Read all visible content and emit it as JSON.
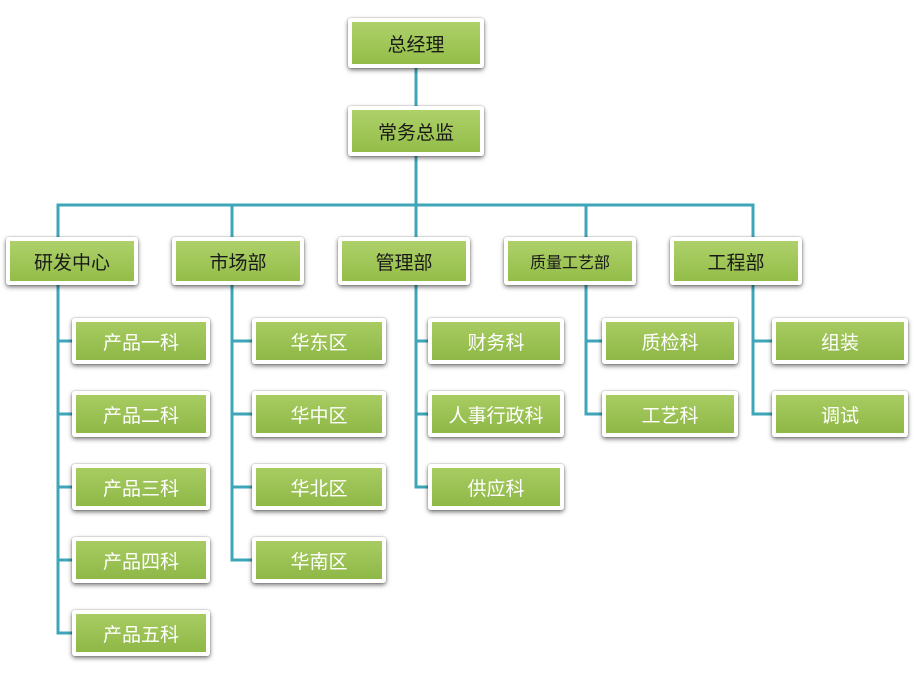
{
  "colors": {
    "connector": "#3ea6b8",
    "box_fill": "#9bc353",
    "box_border": "#ffffff",
    "header_text": "#1a1a1a",
    "leaf_text": "#ffffff"
  },
  "root": {
    "label": "总经理"
  },
  "deputy": {
    "label": "常务总监"
  },
  "departments": [
    {
      "label": "研发中心",
      "units": [
        "产品一科",
        "产品二科",
        "产品三科",
        "产品四科",
        "产品五科"
      ]
    },
    {
      "label": "市场部",
      "units": [
        "华东区",
        "华中区",
        "华北区",
        "华南区"
      ]
    },
    {
      "label": "管理部",
      "units": [
        "财务科",
        "人事行政科",
        "供应科"
      ]
    },
    {
      "label": "质量工艺部",
      "units": [
        "质检科",
        "工艺科"
      ]
    },
    {
      "label": "工程部",
      "units": [
        "组装",
        "调试"
      ]
    }
  ]
}
